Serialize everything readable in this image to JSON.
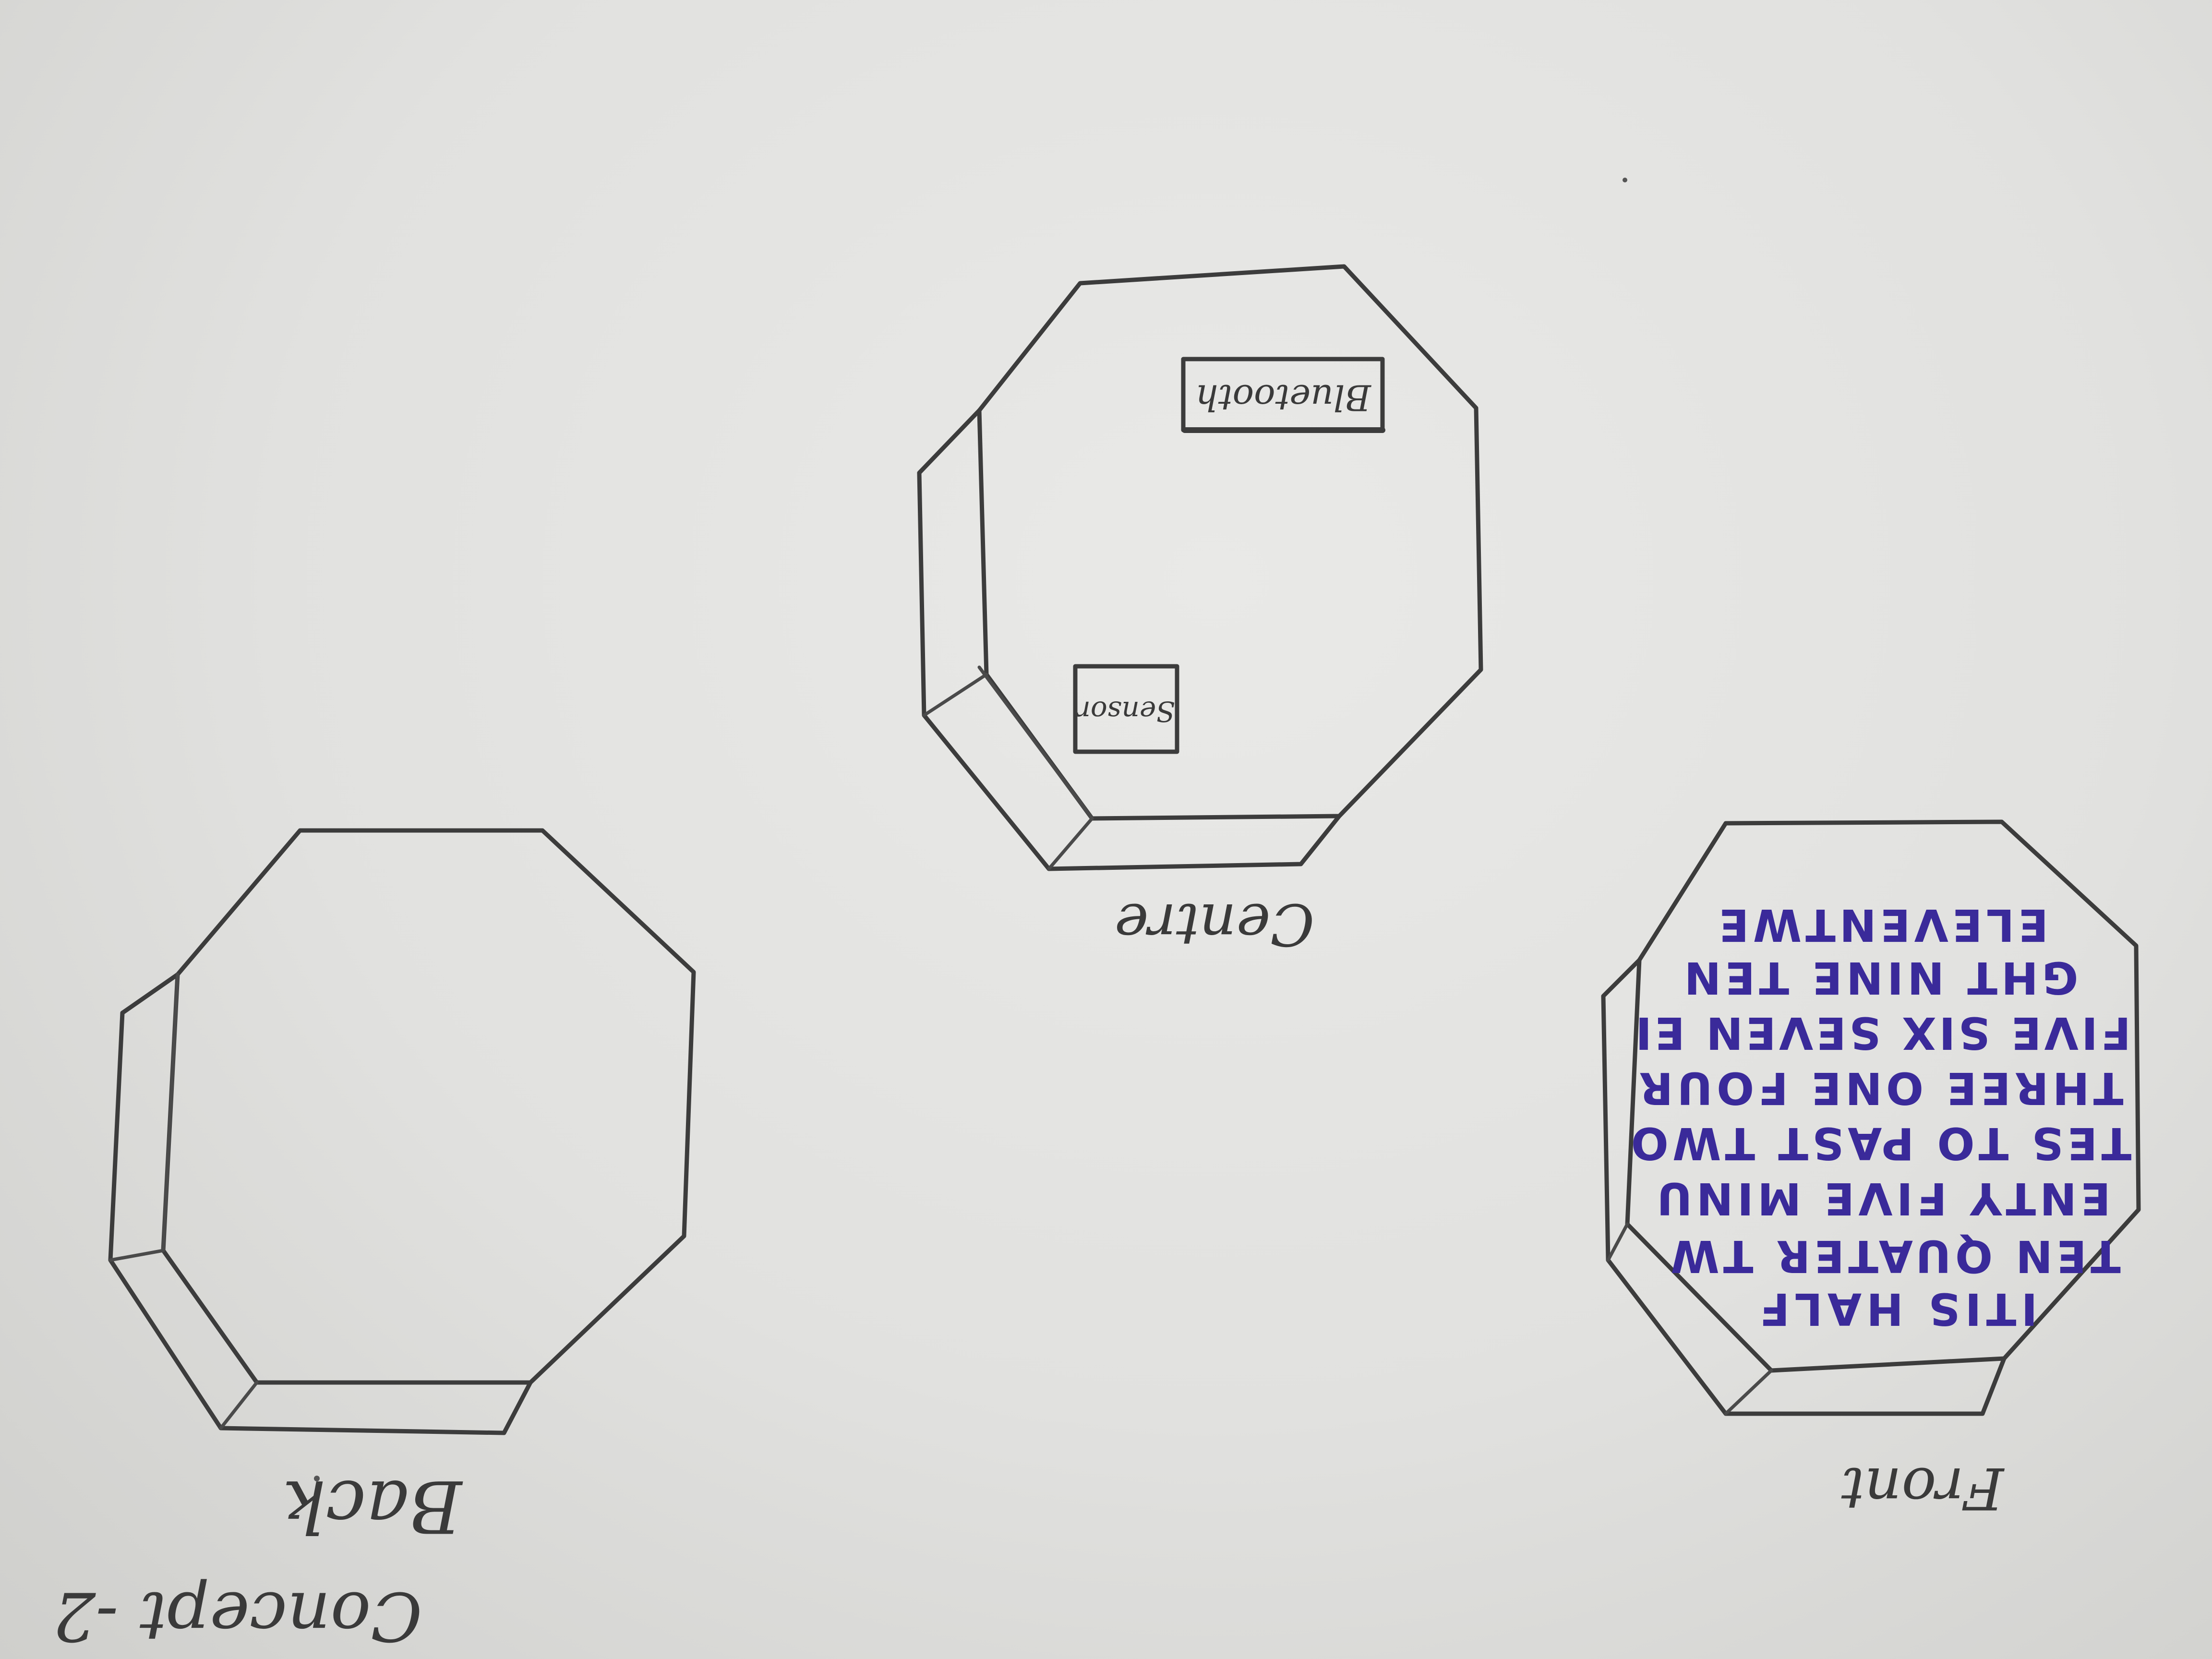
{
  "labels": {
    "concept": "Concept -2",
    "back": "Back",
    "center": "Centre",
    "front": "Front",
    "bluetooth": "Bluetooth",
    "sensor": "Sensor"
  },
  "word_grid": [
    "ITIS HALF",
    "TEN QUATER TW",
    "ENTY FIVE MINU",
    "TES TO PAST TWO",
    "THREE ONE FOUR",
    "FIVE SIX SEVEN EI",
    "GHT NINE TEN",
    "ELEVENTWE"
  ],
  "colors": {
    "pencil": "#3c3c3c",
    "ink_blue": "#3a2a9a",
    "ink_pink": "#d0287a",
    "paper": "#e4e4e2"
  }
}
